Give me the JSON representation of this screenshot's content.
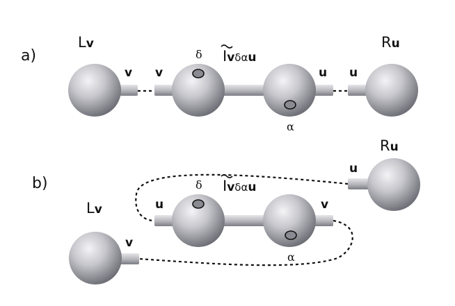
{
  "panels": [
    {
      "panel_label": "a)",
      "left_sphere_label": {
        "letter": "L",
        "sub": "v"
      },
      "right_sphere_label": {
        "letter": "R",
        "sub": "u"
      },
      "center_label": {
        "letter": "I",
        "sub_bold": "v",
        "sub_greek": "δα",
        "sub_bold2": "u"
      },
      "stub_labels": [
        "v",
        "v",
        "u",
        "u"
      ],
      "site_labels": [
        "δ",
        "α"
      ]
    },
    {
      "panel_label": "b)",
      "left_sphere_label": {
        "letter": "L",
        "sub": "v"
      },
      "right_sphere_label": {
        "letter": "R",
        "sub": "u"
      },
      "center_label": {
        "letter": "I",
        "sub_bold": "v",
        "sub_greek": "δα",
        "sub_bold2": "u"
      },
      "stub_labels": [
        "u",
        "v",
        "v",
        "u"
      ],
      "site_labels": [
        "δ",
        "α"
      ]
    }
  ]
}
